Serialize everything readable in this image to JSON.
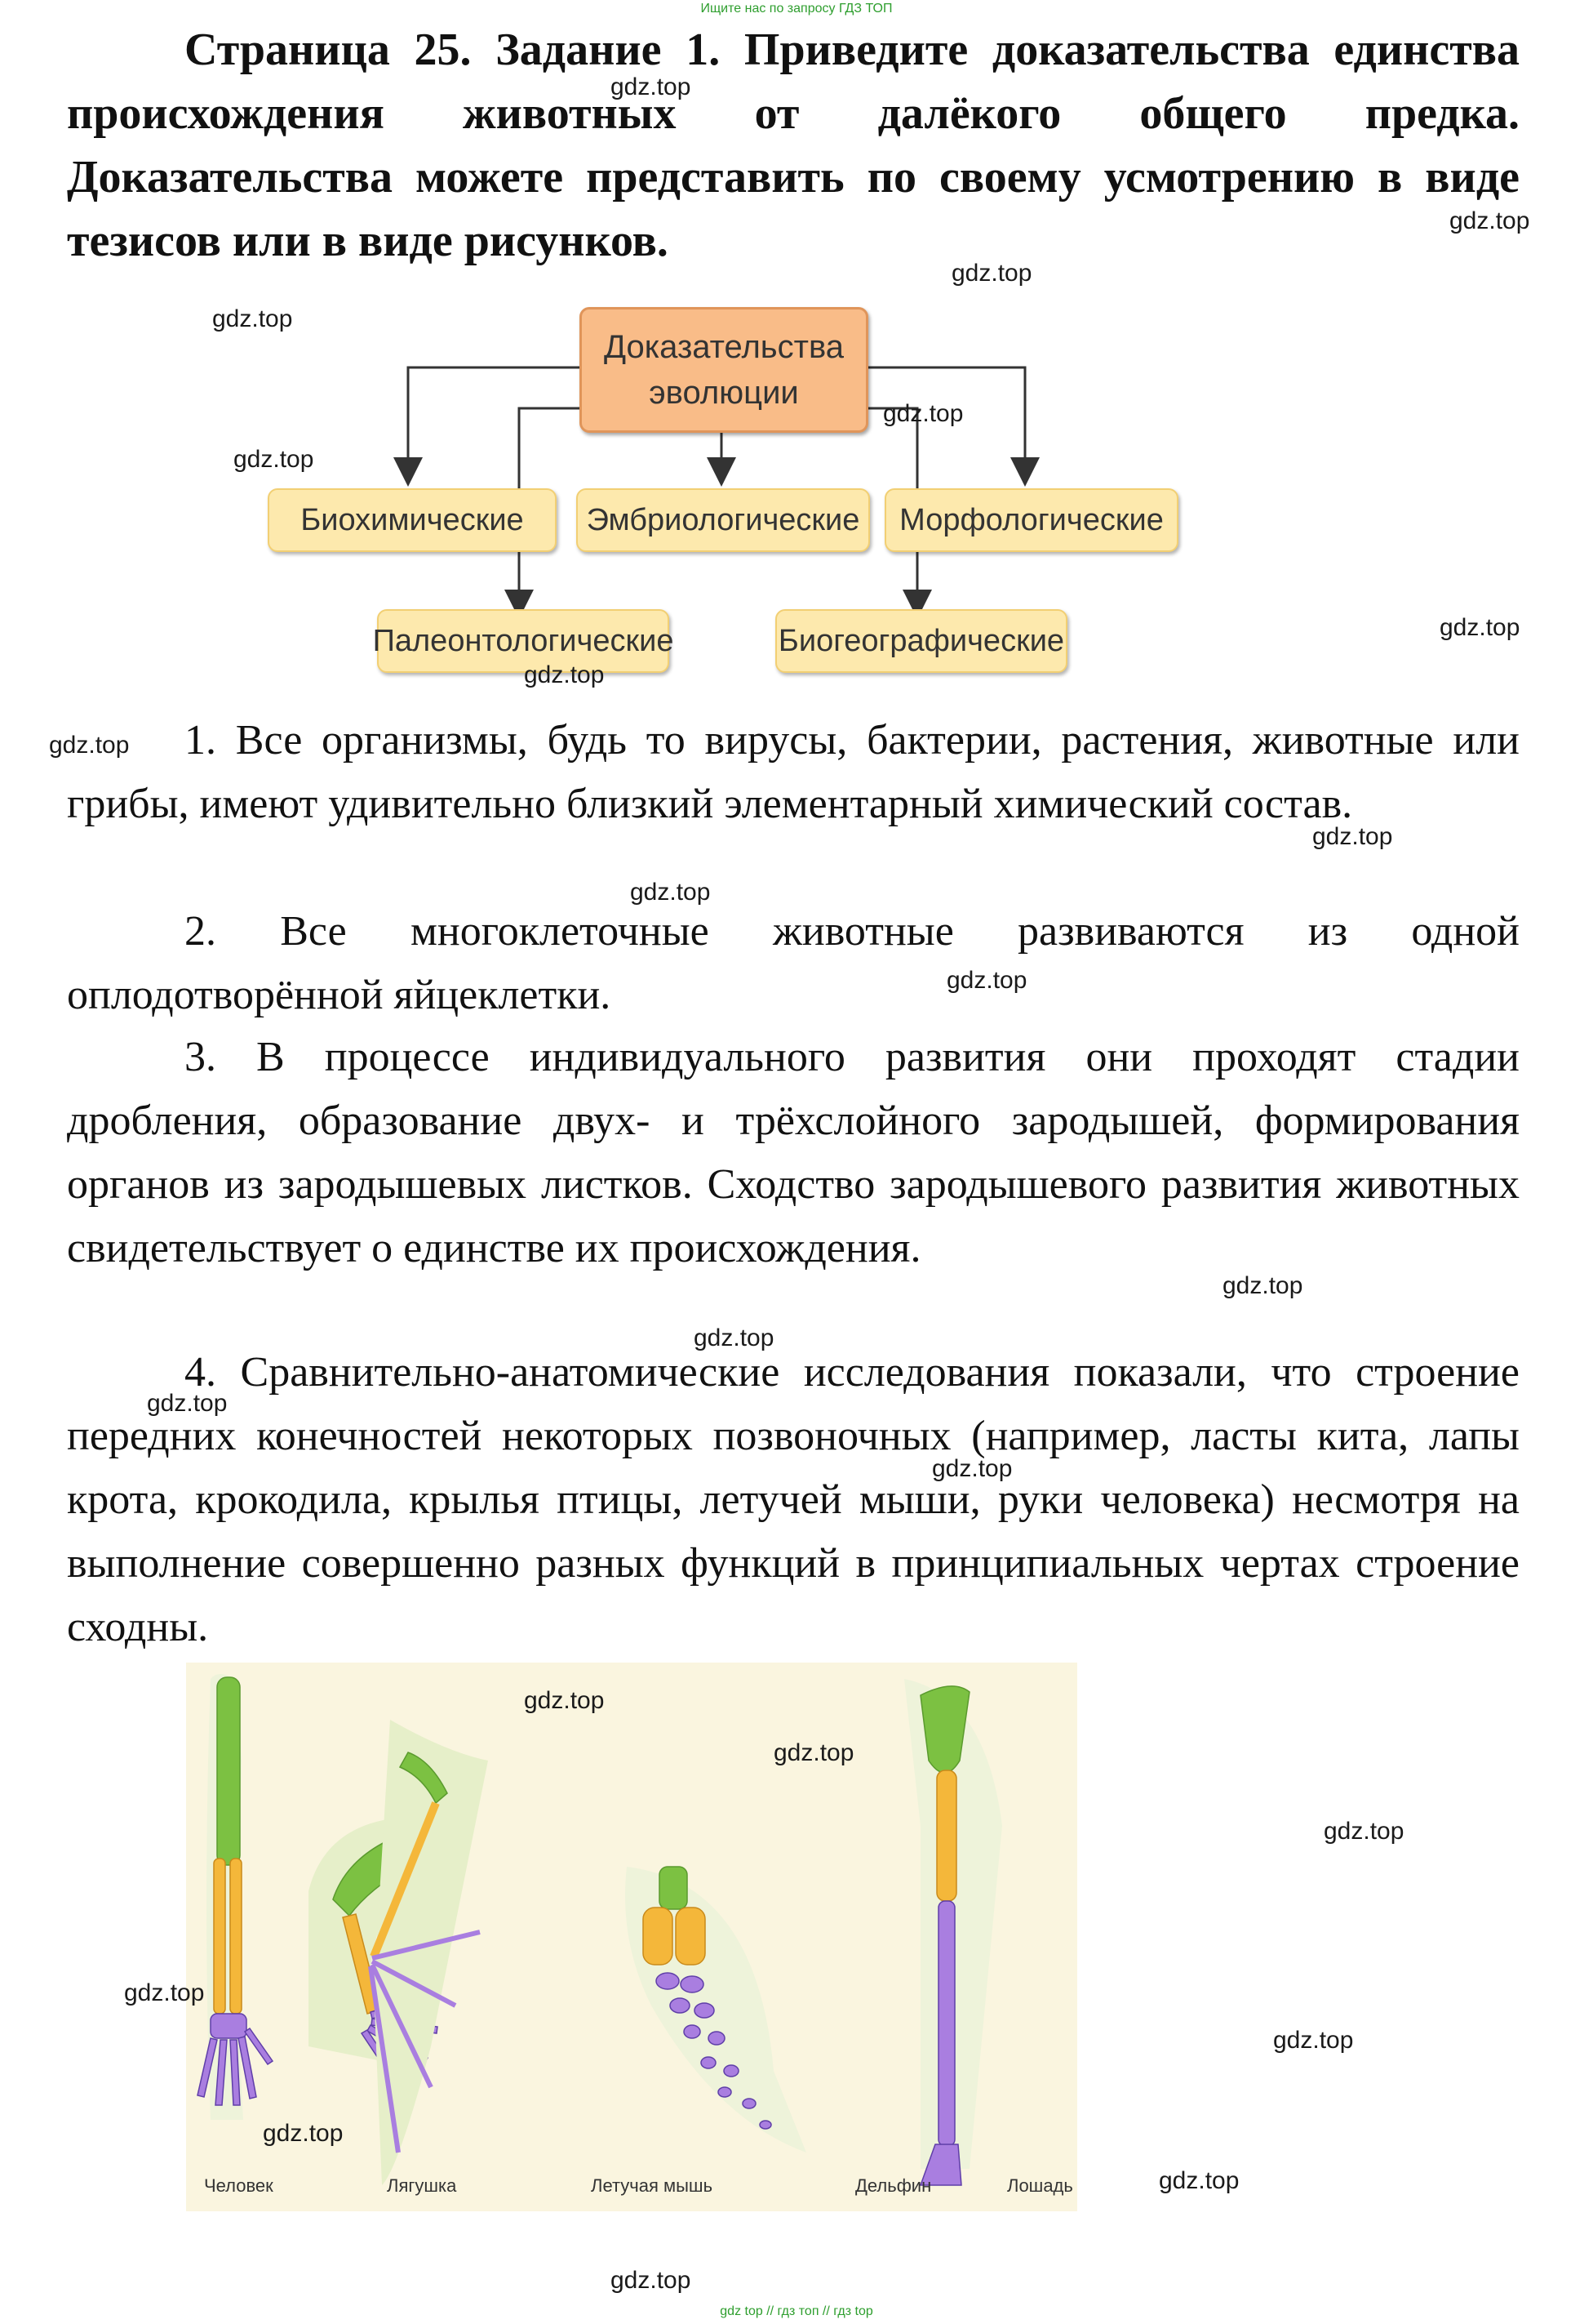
{
  "header_note": "Ищите нас по запросу ГДЗ ТОП",
  "heading": "Страница 25. Задание 1. Приведите доказательства единства происхождения животных от далёкого общего предка. Доказательства можете представить по своему усмотрению в виде тезисов или в виде рисунков.",
  "diagram": {
    "root": "Доказательства эволюции",
    "biochemical": "Биохимические",
    "embryological": "Эмбриологические",
    "morphological": "Морфологические",
    "paleontological": "Палеонтологические",
    "biogeographical": "Биогеографические"
  },
  "paragraphs": [
    "1. Все организмы, будь то вирусы, бактерии, растения, животные или грибы, имеют удивительно близкий элементарный химический состав.",
    "2. Все многоклеточные животные развиваются из одной оплодотворённой яйцеклетки.",
    "3. В процессе индивидуального развития они проходят стадии дробления, образование двух- и трёхслойного зародышей, формирования органов из зародышевых листков. Сходство зародышевого развития животных свидетельствует о единстве их происхождения.",
    "4. Сравнительно-анатомические исследования показали, что строение передних конечностей некоторых позвоночных (например, ласты кита, лапы крота, крокодила, крылья птицы, летучей мыши, руки человека) несмотря на выполнение совершенно разных функций в принципиальных чертах строение сходны."
  ],
  "figure_labels": {
    "human": "Человек",
    "frog": "Лягушка",
    "bat": "Летучая мышь",
    "dolphin": "Дельфин",
    "horse": "Лошадь"
  },
  "watermark": "gdz.top",
  "footer_note": "gdz top // гдз топ // гдз top",
  "colors": {
    "humerus": "#7cc142",
    "forearm": "#f4b73a",
    "hand": "#a97ee0",
    "root_box": "#f9bc88",
    "leaf_box": "#fde9ad",
    "figure_bg": "#faf5df"
  }
}
